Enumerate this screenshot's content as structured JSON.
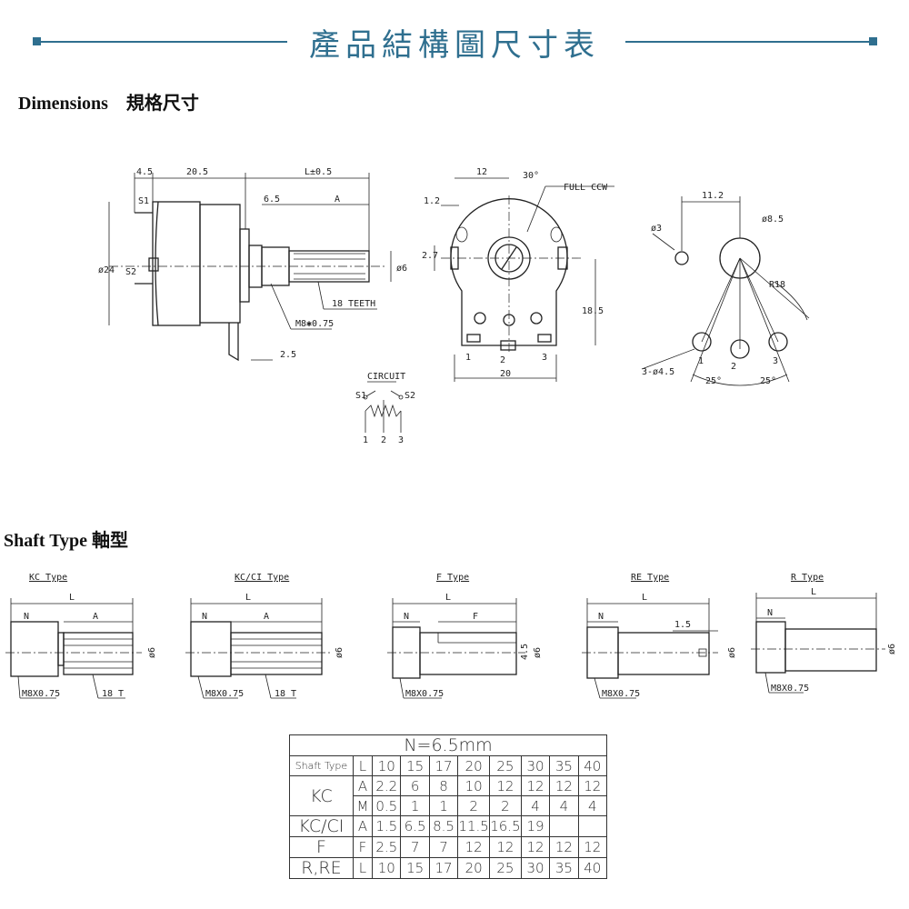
{
  "header": {
    "title": "產品結構圖尺寸表"
  },
  "sections": {
    "dimensions": "Dimensions　規格尺寸",
    "shaft_type": "Shaft Type  軸型"
  },
  "side_view": {
    "dims": [
      "4.5",
      "20.5",
      "L±0.5",
      "S1",
      "6.5",
      "A",
      "ø24",
      "S2",
      "ø6",
      "18 TEETH",
      "M8✱0.75",
      "2.5"
    ]
  },
  "front_view": {
    "dims": [
      "12",
      "30°",
      "FULL CCW",
      "1.2",
      "2.7",
      "18.5",
      "20",
      "1",
      "2",
      "3"
    ]
  },
  "pin_layout": {
    "dims": [
      "11.2",
      "ø3",
      "ø8.5",
      "R18",
      "3-ø4.5",
      "1",
      "2",
      "3",
      "25°",
      "25°"
    ]
  },
  "circuit": {
    "title": "CIRCUIT",
    "s1": "S1",
    "s2": "S2",
    "pins": [
      "1",
      "2",
      "3"
    ]
  },
  "shafts": [
    {
      "name": "KC Type",
      "labels": [
        "L",
        "N",
        "A",
        "ø6",
        "M8X0.75",
        "18 T"
      ]
    },
    {
      "name": "KC/CI Type",
      "labels": [
        "L",
        "N",
        "A",
        "ø6",
        "M8X0.75",
        "18 T"
      ]
    },
    {
      "name": "F Type",
      "labels": [
        "L",
        "N",
        "F",
        "4.5",
        "ø6",
        "M8X0.75"
      ]
    },
    {
      "name": "RE Type",
      "labels": [
        "L",
        "N",
        "1.5",
        "ø6",
        "M8X0.75"
      ]
    },
    {
      "name": "R Type",
      "labels": [
        "L",
        "N",
        "ø6",
        "M8X0.75"
      ]
    }
  ],
  "spec_table": {
    "title": "N=6.5mm",
    "header": [
      "Shaft Type",
      "L",
      "10",
      "15",
      "17",
      "20",
      "25",
      "30",
      "35",
      "40"
    ],
    "rows": [
      {
        "type": "KC",
        "param": "A",
        "values": [
          "2.2",
          "6",
          "8",
          "10",
          "12",
          "12",
          "12",
          "12"
        ]
      },
      {
        "type": "",
        "param": "M",
        "values": [
          "0.5",
          "1",
          "1",
          "2",
          "2",
          "4",
          "4",
          "4"
        ]
      },
      {
        "type": "KC/CI",
        "param": "A",
        "values": [
          "1.5",
          "6.5",
          "8.5",
          "11.5",
          "16.5",
          "19",
          "",
          ""
        ]
      },
      {
        "type": "F",
        "param": "F",
        "values": [
          "2.5",
          "7",
          "7",
          "12",
          "12",
          "12",
          "12",
          "12"
        ]
      },
      {
        "type": "R,RE",
        "param": "L",
        "values": [
          "10",
          "15",
          "17",
          "20",
          "25",
          "30",
          "35",
          "40"
        ]
      }
    ]
  }
}
